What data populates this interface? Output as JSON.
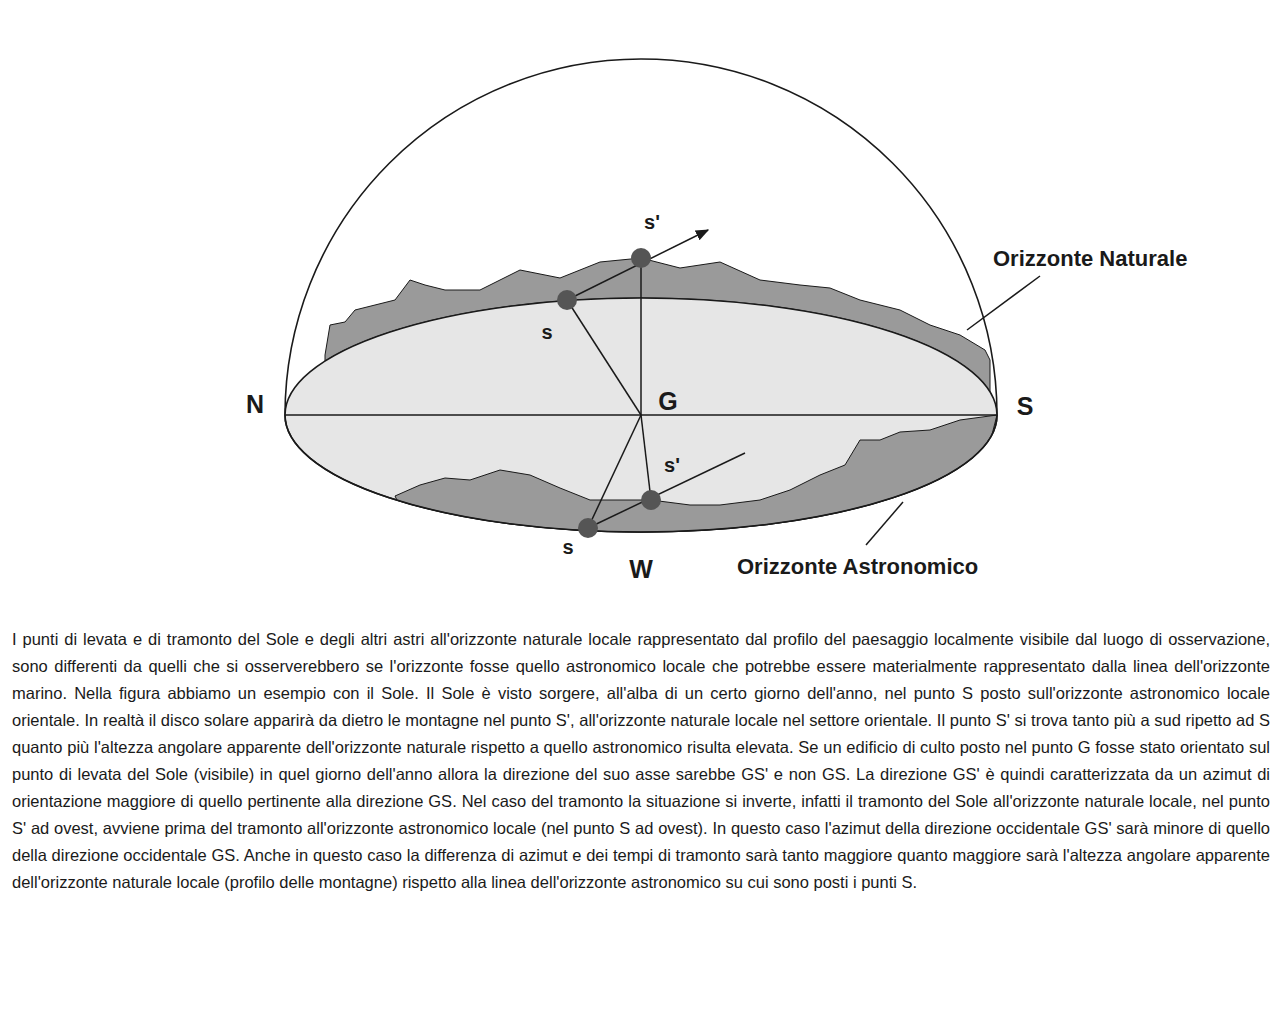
{
  "diagram": {
    "caption": "I punti di levata e di tramonto del Sole e degli altri astri all'orizzonte naturale locale rappresentato dal profilo del paesaggio localmente visibile dal luogo di osservazione, sono differenti da quelli che si osserverebbero se l'orizzonte fosse quello astronomico locale che potrebbe essere materialmente rappresentato dalla linea dell'orizzonte marino. Nella figura abbiamo un esempio con il Sole. Il Sole è visto sorgere, all'alba di un certo giorno dell'anno, nel punto S posto sull'orizzonte astronomico locale orientale. In realtà il disco solare apparirà da dietro le montagne nel punto S', all'orizzonte naturale locale nel settore orientale. Il punto S' si trova tanto più a sud ripetto ad S quanto più l'altezza angolare apparente dell'orizzonte naturale rispetto a quello astronomico risulta elevata. Se un edificio di culto posto nel punto G fosse stato orientato sul punto di levata del Sole (visibile) in quel giorno dell'anno allora la direzione del suo asse sarebbe GS' e non GS. La direzione GS' è quindi caratterizzata da un azimut di orientazione maggiore di quello pertinente alla direzione GS. Nel caso del tramonto la situazione si inverte, infatti il tramonto del Sole all'orizzonte naturale locale, nel punto S' ad ovest, avviene prima del tramonto all'orizzonte astronomico locale (nel punto S ad ovest). In questo caso l'azimut della direzione occidentale GS' sarà minore di quello della direzione occidentale GS. Anche in questo caso la differenza di azimut e dei tempi di tramonto sarà tanto maggiore quanto maggiore sarà l'altezza angolare apparente dell'orizzonte naturale locale (profilo delle montagne) rispetto alla linea dell'orizzonte astronomico su cui sono posti i punti S.",
    "labels": [
      "s'",
      "s",
      "N",
      "G",
      "S",
      "s'",
      "s",
      "W",
      "Orizzonte Naturale",
      "Orizzonte Astronomico"
    ]
  }
}
